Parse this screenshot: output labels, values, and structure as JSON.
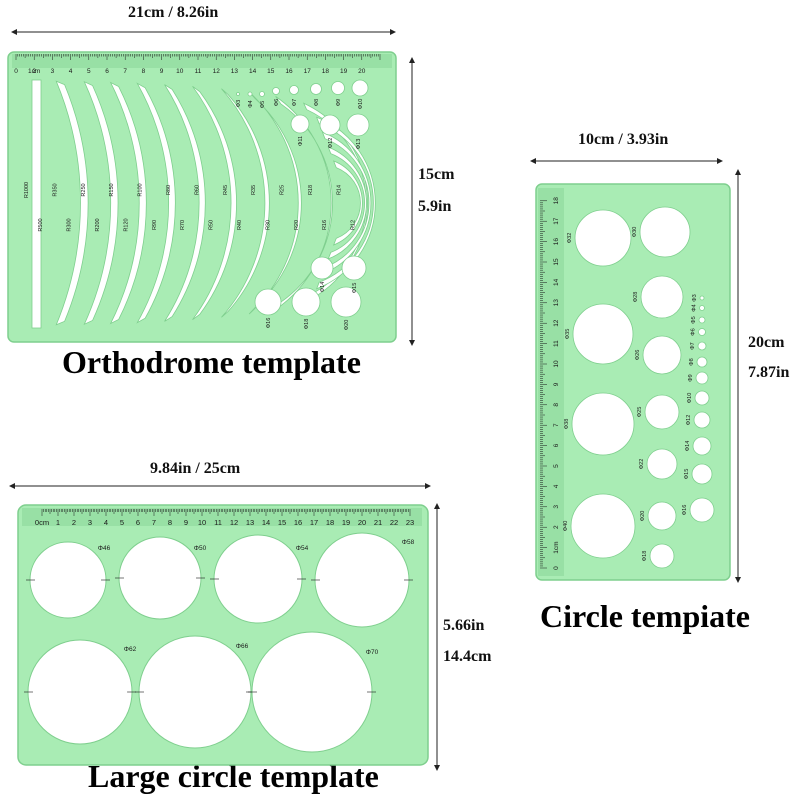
{
  "colors": {
    "plastic": "#a9ecb4",
    "plastic_edge": "#7fcf8e",
    "ink": "#1a1a1a"
  },
  "orthodrome": {
    "caption": "Orthodrome template",
    "width_label": "21cm / 8.26in",
    "height_label_cm": "15cm",
    "height_label_in": "5.9in",
    "ruler_unit": "1cm",
    "ruler_numbers": [
      "0",
      "2",
      "3",
      "4",
      "5",
      "6",
      "7",
      "8",
      "9",
      "10",
      "11",
      "12",
      "13",
      "14",
      "15",
      "16",
      "17",
      "18",
      "19",
      "20"
    ],
    "arc_labels": [
      "R1000",
      "R500",
      "R350",
      "R300",
      "R250",
      "R200",
      "R150",
      "R120",
      "R100",
      "R90",
      "R80",
      "R70",
      "R60",
      "R50",
      "R45",
      "R40",
      "R35",
      "R30",
      "R25",
      "R20",
      "R18",
      "R16",
      "R14",
      "R12"
    ],
    "circle_labels": [
      "Φ3",
      "Φ4",
      "Φ5",
      "Φ6",
      "Φ7",
      "Φ8",
      "Φ9",
      "Φ10",
      "Φ11",
      "Φ12",
      "Φ13",
      "Φ14",
      "Φ15",
      "Φ16",
      "Φ18",
      "Φ20"
    ]
  },
  "circle_template": {
    "caption": "Circle tempiate",
    "width_label": "10cm / 3.93in",
    "height_label_cm": "20cm",
    "height_label_in": "7.87in",
    "ruler_numbers": [
      "0",
      "1cm",
      "2",
      "3",
      "4",
      "5",
      "6",
      "7",
      "8",
      "9",
      "10",
      "11",
      "12",
      "13",
      "14",
      "15",
      "16",
      "17",
      "18"
    ],
    "circle_labels": [
      "Φ40",
      "Φ38",
      "Φ35",
      "Φ32",
      "Φ30",
      "Φ28",
      "Φ26",
      "Φ25",
      "Φ22",
      "Φ20",
      "Φ18",
      "Φ16",
      "Φ15",
      "Φ14",
      "Φ12",
      "Φ10",
      "Φ9",
      "Φ8",
      "Φ7",
      "Φ6",
      "Φ5",
      "Φ4",
      "Φ3"
    ]
  },
  "large_circle": {
    "caption": "Large circle template",
    "width_label": "9.84in / 25cm",
    "height_label_in": "5.66in",
    "height_label_cm": "14.4cm",
    "ruler_numbers": [
      "0cm",
      "1",
      "2",
      "3",
      "4",
      "5",
      "6",
      "7",
      "8",
      "9",
      "10",
      "11",
      "12",
      "13",
      "14",
      "15",
      "16",
      "17",
      "18",
      "19",
      "20",
      "21",
      "22",
      "23"
    ],
    "circle_labels": [
      "Φ46",
      "Φ50",
      "Φ54",
      "Φ58",
      "Φ62",
      "Φ66",
      "Φ70"
    ]
  }
}
